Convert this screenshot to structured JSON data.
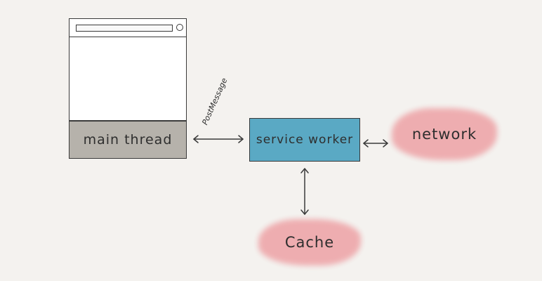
{
  "diagram": {
    "main_thread_label": "main thread",
    "service_worker_label": "service worker",
    "network_label": "network",
    "cache_label": "Cache",
    "post_message_label": "PostMessage"
  },
  "colors": {
    "background": "#f4f2ef",
    "main_thread_fill": "#b6b2ab",
    "service_worker_fill": "#5aa9c4",
    "blob_fill": "#eeaaad",
    "ink": "#3a3a3a"
  },
  "icons": {
    "browser": "browser-window-icon",
    "arrows": "double-headed-arrow-icon"
  }
}
